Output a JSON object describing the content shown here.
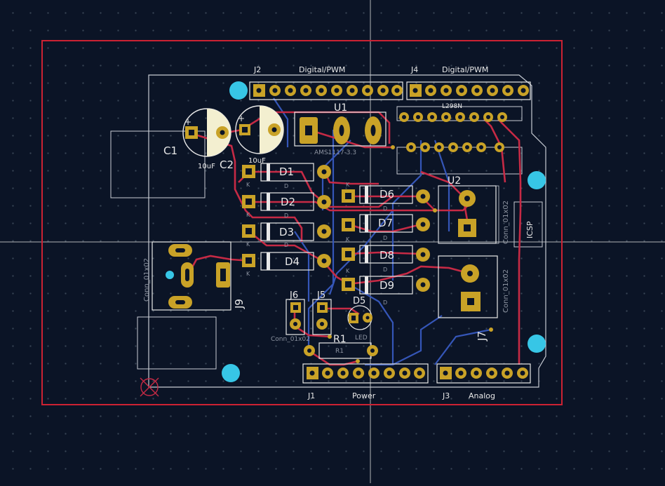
{
  "colors": {
    "background": "#0b1426",
    "board_outline": "#cc2233",
    "silkscreen": "#e8e8e8",
    "fab_outline": "#c8ccd4",
    "pad": "#c9a227",
    "copper_front": "#c62a45",
    "copper_back": "#3556b8",
    "mounting_hole": "#37c6e6",
    "crosshair": "#e8e8e8"
  },
  "labels": {
    "j2": "J2",
    "j2_name": "Digital/PWM",
    "j4": "J4",
    "j4_name": "Digital/PWM",
    "j1": "J1",
    "j1_name": "Power",
    "j3": "J3",
    "j3_name": "Analog",
    "u1": "U1",
    "u1_value": "AMS1117-3.3",
    "u2": "U2",
    "u2_value": "L298N",
    "c1": "C1",
    "c1_value": "10uF",
    "c2": "C2",
    "c2_value": "10uF",
    "d1": "D1",
    "d2": "D2",
    "d3": "D3",
    "d4": "D4",
    "d6": "D6",
    "d7": "D7",
    "d8": "D8",
    "d9": "D9",
    "d5": "D5",
    "d5_value": "LED",
    "j5": "J5",
    "j6": "J6",
    "j7": "J7",
    "j7_value": "Conn_01x02",
    "j8_value": "Conn_01x02",
    "j9": "J9",
    "j9_value": "Conn_01x02",
    "j56_value": "Conn_01x02",
    "r1": "R1",
    "r1_value": "R1",
    "icsp": "ICSP",
    "k": "K",
    "d": "D",
    "plus": "+"
  }
}
